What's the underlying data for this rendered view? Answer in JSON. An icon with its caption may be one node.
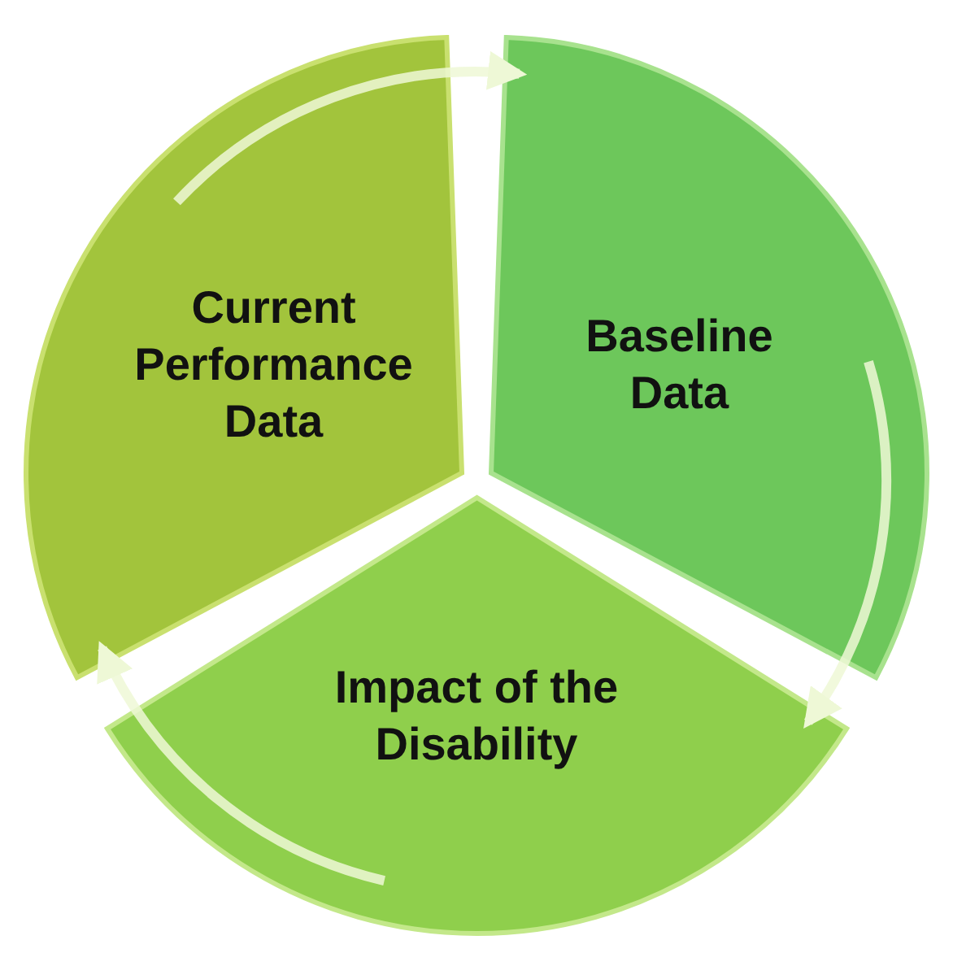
{
  "diagram": {
    "nodes": [
      {
        "text": [
          "Current Performance Data"
        ]
      },
      {
        "text": [
          "Baseline Data"
        ]
      },
      {
        "text": [
          "Impact of the Disability"
        ]
      }
    ],
    "edges": [
      {
        "from": 0,
        "to": 1,
        "arrow": "to"
      },
      {
        "from": 1,
        "to": 2,
        "arrow": "to"
      },
      {
        "from": 2,
        "to": 0,
        "arrow": "to"
      }
    ]
  }
}
